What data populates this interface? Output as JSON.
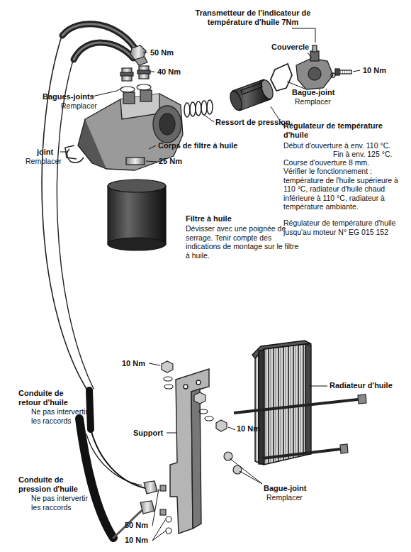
{
  "diagram": {
    "labels": [
      "Transmetteur de l'indicateur de température d'huile 7Nm",
      "Couvercle",
      "50 Nm",
      "40 Nm",
      "10 Nm",
      "Bagues-joints",
      "Remplacer",
      "Bague-joint",
      "Remplacer",
      "joint",
      "Remplacer",
      "Ressort de pression",
      "Régulateur de température d'huile",
      "Début d'ouverture à env. 110 °C.",
      "Fin à env. 125 °C.",
      "Course d'ouverture 8 mm.",
      "Vérifier le fonctionnement : température de l'huile supérieure à 110 °C, radiateur d'huile chaud inférieure à 110 °C, radiateur à température ambiante.",
      "Régulateur de température d'huile jusqu'au moteur N° EG 015 152",
      "Corps de filtre à huile",
      "25 Nm",
      "Filtre à huile",
      "Dévisser avec une poignée de serrage. Tenir compte des indications de montage sur le filtre à huile.",
      "10 Nm",
      "Radiateur d'huile",
      "Support",
      "10 Nm",
      "Conduite de retour d'huile",
      "Ne pas intervertir les raccords",
      "Conduite de pression d'huile",
      "Ne pas intervertir les raccords",
      "Bague-joint",
      "Remplacer",
      "50 Nm",
      "10 Nm"
    ]
  }
}
